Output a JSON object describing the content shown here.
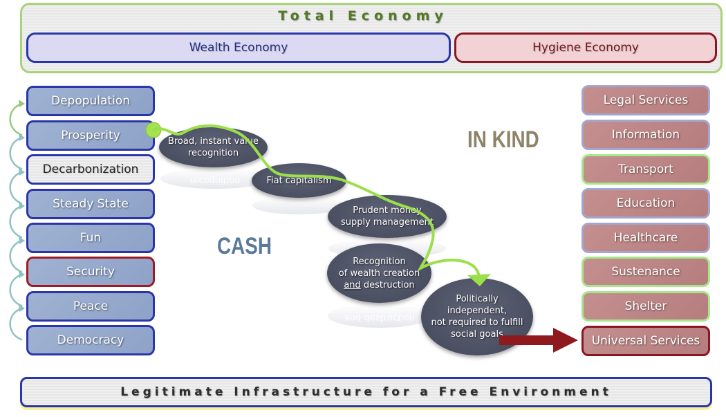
{
  "header": {
    "title": "Total Economy",
    "wealth_economy": "Wealth Economy",
    "hygiene_economy": "Hygiene Economy"
  },
  "left_column": {
    "items": [
      {
        "label": "Depopulation",
        "style": "blue"
      },
      {
        "label": "Prosperity",
        "style": "blue"
      },
      {
        "label": "Decarbonization",
        "style": "light"
      },
      {
        "label": "Steady State",
        "style": "blue"
      },
      {
        "label": "Fun",
        "style": "blue"
      },
      {
        "label": "Security",
        "style": "red-border"
      },
      {
        "label": "Peace",
        "style": "blue"
      },
      {
        "label": "Democracy",
        "style": "blue"
      }
    ]
  },
  "right_column": {
    "items": [
      {
        "label": "Legal Services",
        "style": "lavender-border"
      },
      {
        "label": "Information",
        "style": "lavender-border"
      },
      {
        "label": "Transport",
        "style": "green-border"
      },
      {
        "label": "Education",
        "style": "lavender-border"
      },
      {
        "label": "Healthcare",
        "style": "lavender-border"
      },
      {
        "label": "Sustenance",
        "style": "green-border"
      },
      {
        "label": "Shelter",
        "style": "green-border"
      },
      {
        "label": "Universal Services",
        "style": "red-border"
      }
    ]
  },
  "flow": {
    "steps": [
      {
        "line1": "Broad, instant value",
        "line2": "recognition"
      },
      {
        "line1": "Fiat capitalism"
      },
      {
        "line1": "Prudent money",
        "line2": "supply management"
      },
      {
        "line1": "Recognition",
        "line2": "of wealth creation",
        "line3_underlined": "and",
        "line3_rest": " destruction"
      },
      {
        "line1": "Politically",
        "line2": "independent,",
        "line3": "not required to fulfill",
        "line4": "social goals"
      }
    ],
    "reflections": [
      "recognition",
      "and destruction"
    ]
  },
  "labels": {
    "cash": "CASH",
    "in_kind": "IN KIND"
  },
  "footer": {
    "title": "Legitimate Infrastructure for a Free Environment"
  },
  "colors": {
    "wealth_border": "#2a36a8",
    "hygiene_border": "#8a1622",
    "frame_green": "#a9d27a",
    "path_green": "#9be04a",
    "arrow_red": "#8e1a1e",
    "ellipse_fill": "#4a4f62"
  }
}
